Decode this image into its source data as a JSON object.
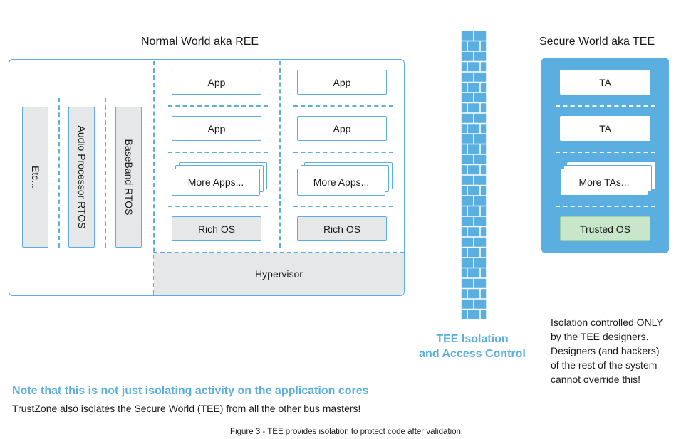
{
  "normal_world": {
    "title": "Normal World aka REE",
    "vertical_boxes": [
      "Etc...",
      "Audio Processor RTOS",
      "BaseBand RTOS"
    ],
    "columns": [
      {
        "app1": "App",
        "app2": "App",
        "more": "More Apps...",
        "os": "Rich OS"
      },
      {
        "app1": "App",
        "app2": "App",
        "more": "More Apps...",
        "os": "Rich OS"
      }
    ],
    "hypervisor": "Hypervisor"
  },
  "secure_world": {
    "title": "Secure World aka TEE",
    "ta1": "TA",
    "ta2": "TA",
    "more": "More TAs...",
    "os": "Trusted OS"
  },
  "wall_label": {
    "line1": "TEE Isolation",
    "line2": "and Access Control"
  },
  "isolation_note": [
    "Isolation controlled ONLY",
    "by the TEE designers.",
    "Designers (and hackers)",
    "of the rest of the system",
    "cannot override this!"
  ],
  "note": {
    "heading": "Note that this is not just isolating activity on the application cores",
    "body": "TrustZone also isolates the Secure World (TEE) from all the other bus masters!"
  },
  "caption": "Figure 3 - TEE provides isolation to protect code after validation",
  "colors": {
    "accent": "#5aaee0",
    "grey": "#e6e7e8",
    "trusted_os": "#c8e6c9",
    "secure_bg": "#5aaee0",
    "note_heading": "#5aaee0"
  }
}
